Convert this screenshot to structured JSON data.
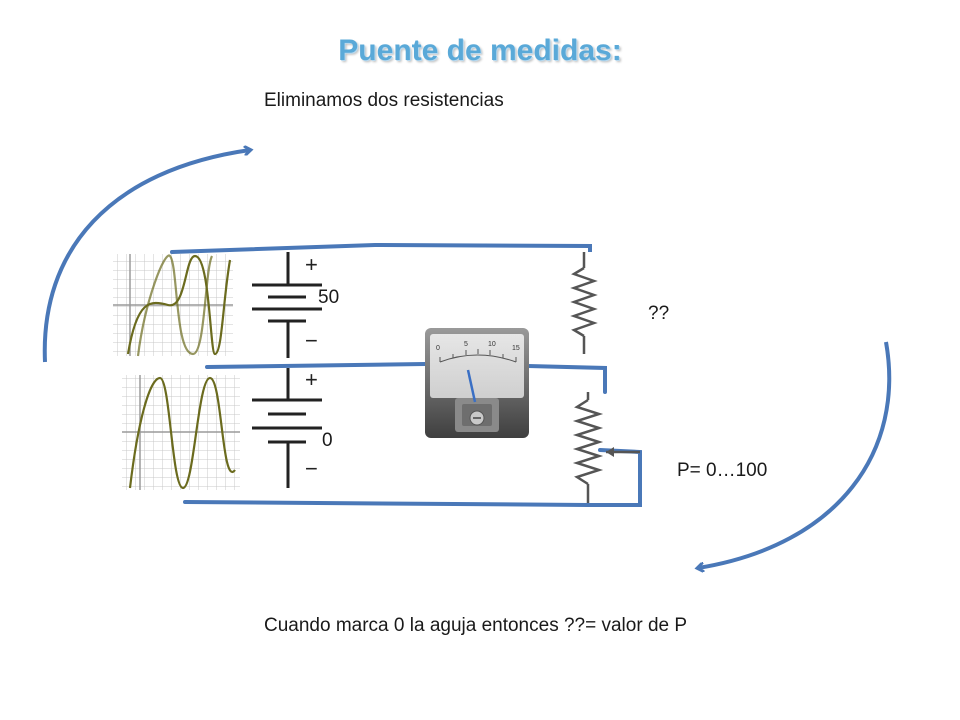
{
  "title": "Puente de medidas:",
  "subtitle": "Eliminamos dos resistencias",
  "labels": {
    "source_top_value": "50",
    "source_bottom_value": "0",
    "unknown_resistor": "??",
    "potentiometer": "P= 0…100"
  },
  "meter_scale": [
    "0",
    "5",
    "10",
    "15"
  ],
  "battery_signs": {
    "plus": "+",
    "minus": "−"
  },
  "caption": "Cuando marca 0 la aguja entonces ??= valor de P",
  "colors": {
    "title": "#5aa9d8",
    "wires": "#4a78b8",
    "arrows": "#4a78b8",
    "sine": "#6b6b1e"
  }
}
